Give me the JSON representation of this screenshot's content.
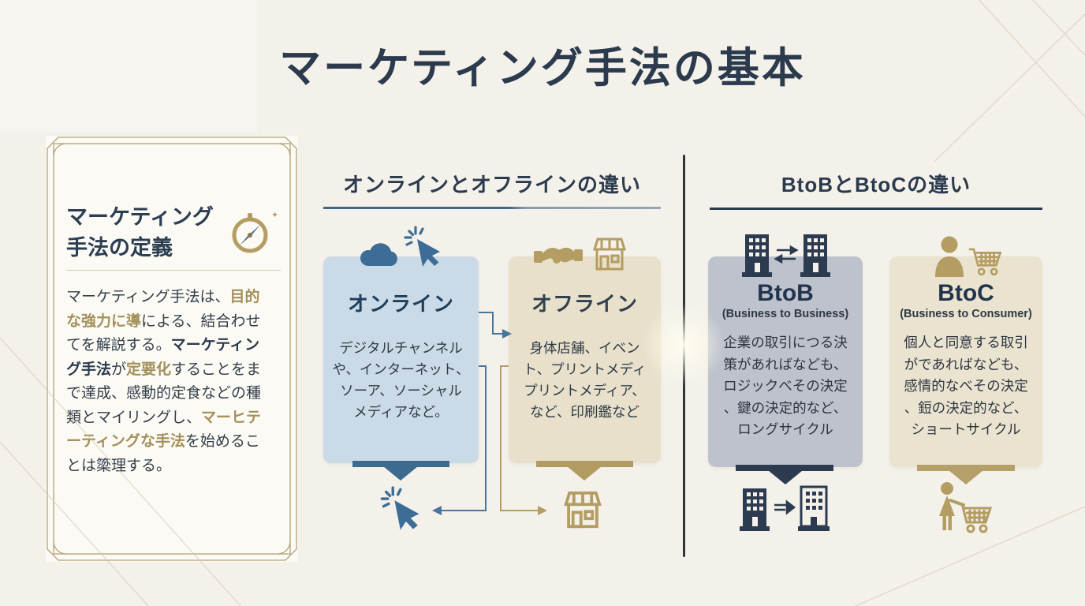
{
  "page_title": "マーケティング手法の基本",
  "definition_panel": {
    "heading_line1": "マーケティング",
    "heading_line2": "手法の定義",
    "body_segments": [
      {
        "text": "マーケティング手法は、",
        "style": "normal"
      },
      {
        "text": "目的な強力に導",
        "style": "accent"
      },
      {
        "text": "による、結合わせてを解説する。",
        "style": "normal"
      },
      {
        "text": "マーケティング手法",
        "style": "bold"
      },
      {
        "text": "が",
        "style": "normal"
      },
      {
        "text": "定要化",
        "style": "accent"
      },
      {
        "text": "することをまで達成、感動的定食などの種類とマイリングし、",
        "style": "normal"
      },
      {
        "text": "マーヒテーティングな手法",
        "style": "accent"
      },
      {
        "text": "を始めることは簗理する。",
        "style": "normal"
      }
    ]
  },
  "online_offline_section": {
    "heading": "オンラインとオフラインの違い",
    "online_card": {
      "title": "オンライン",
      "body_lines": [
        "デジタルチャンネル",
        "や、インターネット、",
        "ソーア、ソーシャル",
        "メディアなど。"
      ]
    },
    "offline_card": {
      "title": "オフライン",
      "body_lines": [
        "身体店舗、イベン",
        "ト、プリントメディ",
        "プリントメディア、",
        "など、印刷鑑など"
      ]
    }
  },
  "btob_btoc_section": {
    "heading": "BtoBとBtoCの違い",
    "btob_card": {
      "title": "BtoB",
      "subtitle": "(Business to Business)",
      "body_lines": [
        "企業の取引につる決",
        "策があればなども、",
        "ロジックべその決定",
        "、鍵の決定的など、",
        "ロングサイクル"
      ]
    },
    "btoc_card": {
      "title": "BtoC",
      "subtitle": "(Business to Consumer)",
      "body_lines": [
        "個人と同意する取引",
        "がであればなども、",
        "感情的なべその決定",
        "、鋀の決定的など、",
        "ショートサイクル"
      ]
    }
  },
  "icons": {
    "definition_panel": "compass-icon",
    "online_top": [
      "cloud-icon",
      "cursor-click-icon"
    ],
    "offline_top": [
      "handshake-icon",
      "storefront-icon"
    ],
    "online_bottom": "cursor-click-icon",
    "offline_bottom": "storefront-icon",
    "btob_top": "buildings-exchange-icon",
    "btoc_top": [
      "person-icon",
      "shopping-cart-icon"
    ],
    "btob_bottom": "buildings-transfer-icon",
    "btoc_bottom": "person-with-cart-icon"
  },
  "colors": {
    "background": "#f3f1ea",
    "title_navy": "#2b3a4d",
    "accent_gold": "#a3905a",
    "frame_gold": "#b5a277",
    "online_fill": "#cbdae7",
    "online_tail": "#3d6b90",
    "offline_fill": "#e8e0ca",
    "offline_tail": "#b29b61",
    "btob_fill": "#bdc2cc",
    "btob_tail": "#2d3b50",
    "btoc_fill": "#eae3cf",
    "btoc_tail": "#b5a06a",
    "divider_dark": "#2f3439"
  }
}
